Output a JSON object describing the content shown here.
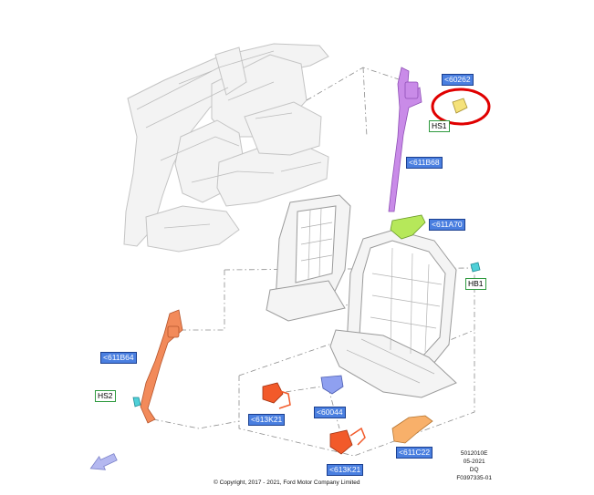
{
  "callouts": {
    "c60262": "<60262",
    "hs1": "HS1",
    "c611B68": "<611B68",
    "c611A70": "<611A70",
    "hb1": "HB1",
    "c611B64": "<611B64",
    "hs2": "HS2",
    "c613K21a": "<613K21",
    "c60044": "<60044",
    "c613K21b": "<613K21",
    "c611C22": "<611C22"
  },
  "stamp": {
    "line1": "5012010E",
    "line2": "05-2021",
    "line3": "DQ",
    "line4": "F0397335-01"
  },
  "copyright": "© Copyright, 2017 - 2021, Ford Motor Company Limited",
  "colors": {
    "belt_purple": "#c98be8",
    "belt_orange": "#f28a5a",
    "part_green": "#b6e85a",
    "part_yellow": "#f5e27a",
    "part_blue": "#8fa0f0",
    "part_teal": "#4fd0d8",
    "part_red": "#f25a2a",
    "highlight_red": "#e00000",
    "callout_blue": "#4a7fe0",
    "callout_green_border": "#2f9a3f"
  },
  "icons": {
    "view_arrow": "direction-arrow-icon"
  }
}
